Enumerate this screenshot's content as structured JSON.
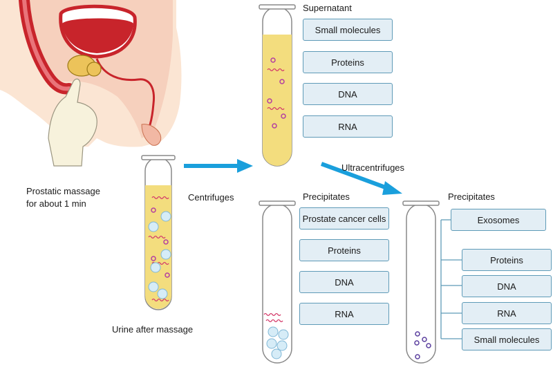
{
  "labels": {
    "massage_line1": "Prostatic massage",
    "massage_line2": "for about 1 min",
    "urine": "Urine after massage",
    "centrifuges": "Centrifuges",
    "ultracentrifuges": "Ultracentrifuges",
    "supernatant": "Supernatant",
    "precipitates_1": "Precipitates",
    "precipitates_2": "Precipitates"
  },
  "supernatant_items": [
    "Small molecules",
    "Proteins",
    "DNA",
    "RNA"
  ],
  "precipitate_items": [
    "Prostate cancer cells",
    "Proteins",
    "DNA",
    "RNA"
  ],
  "ultra_items": [
    "Exosomes",
    "Proteins",
    "DNA",
    "RNA",
    "Small molecules"
  ],
  "colors": {
    "urine_fill": "#f3dd7e",
    "arrow": "#1a9fdc",
    "box_fill": "#e3eef5",
    "box_border": "#5e9ab7",
    "rna_strand": "#d43a6a",
    "protein_dot": "#b33ea1",
    "exosome_dot": "#5a3e9e"
  }
}
